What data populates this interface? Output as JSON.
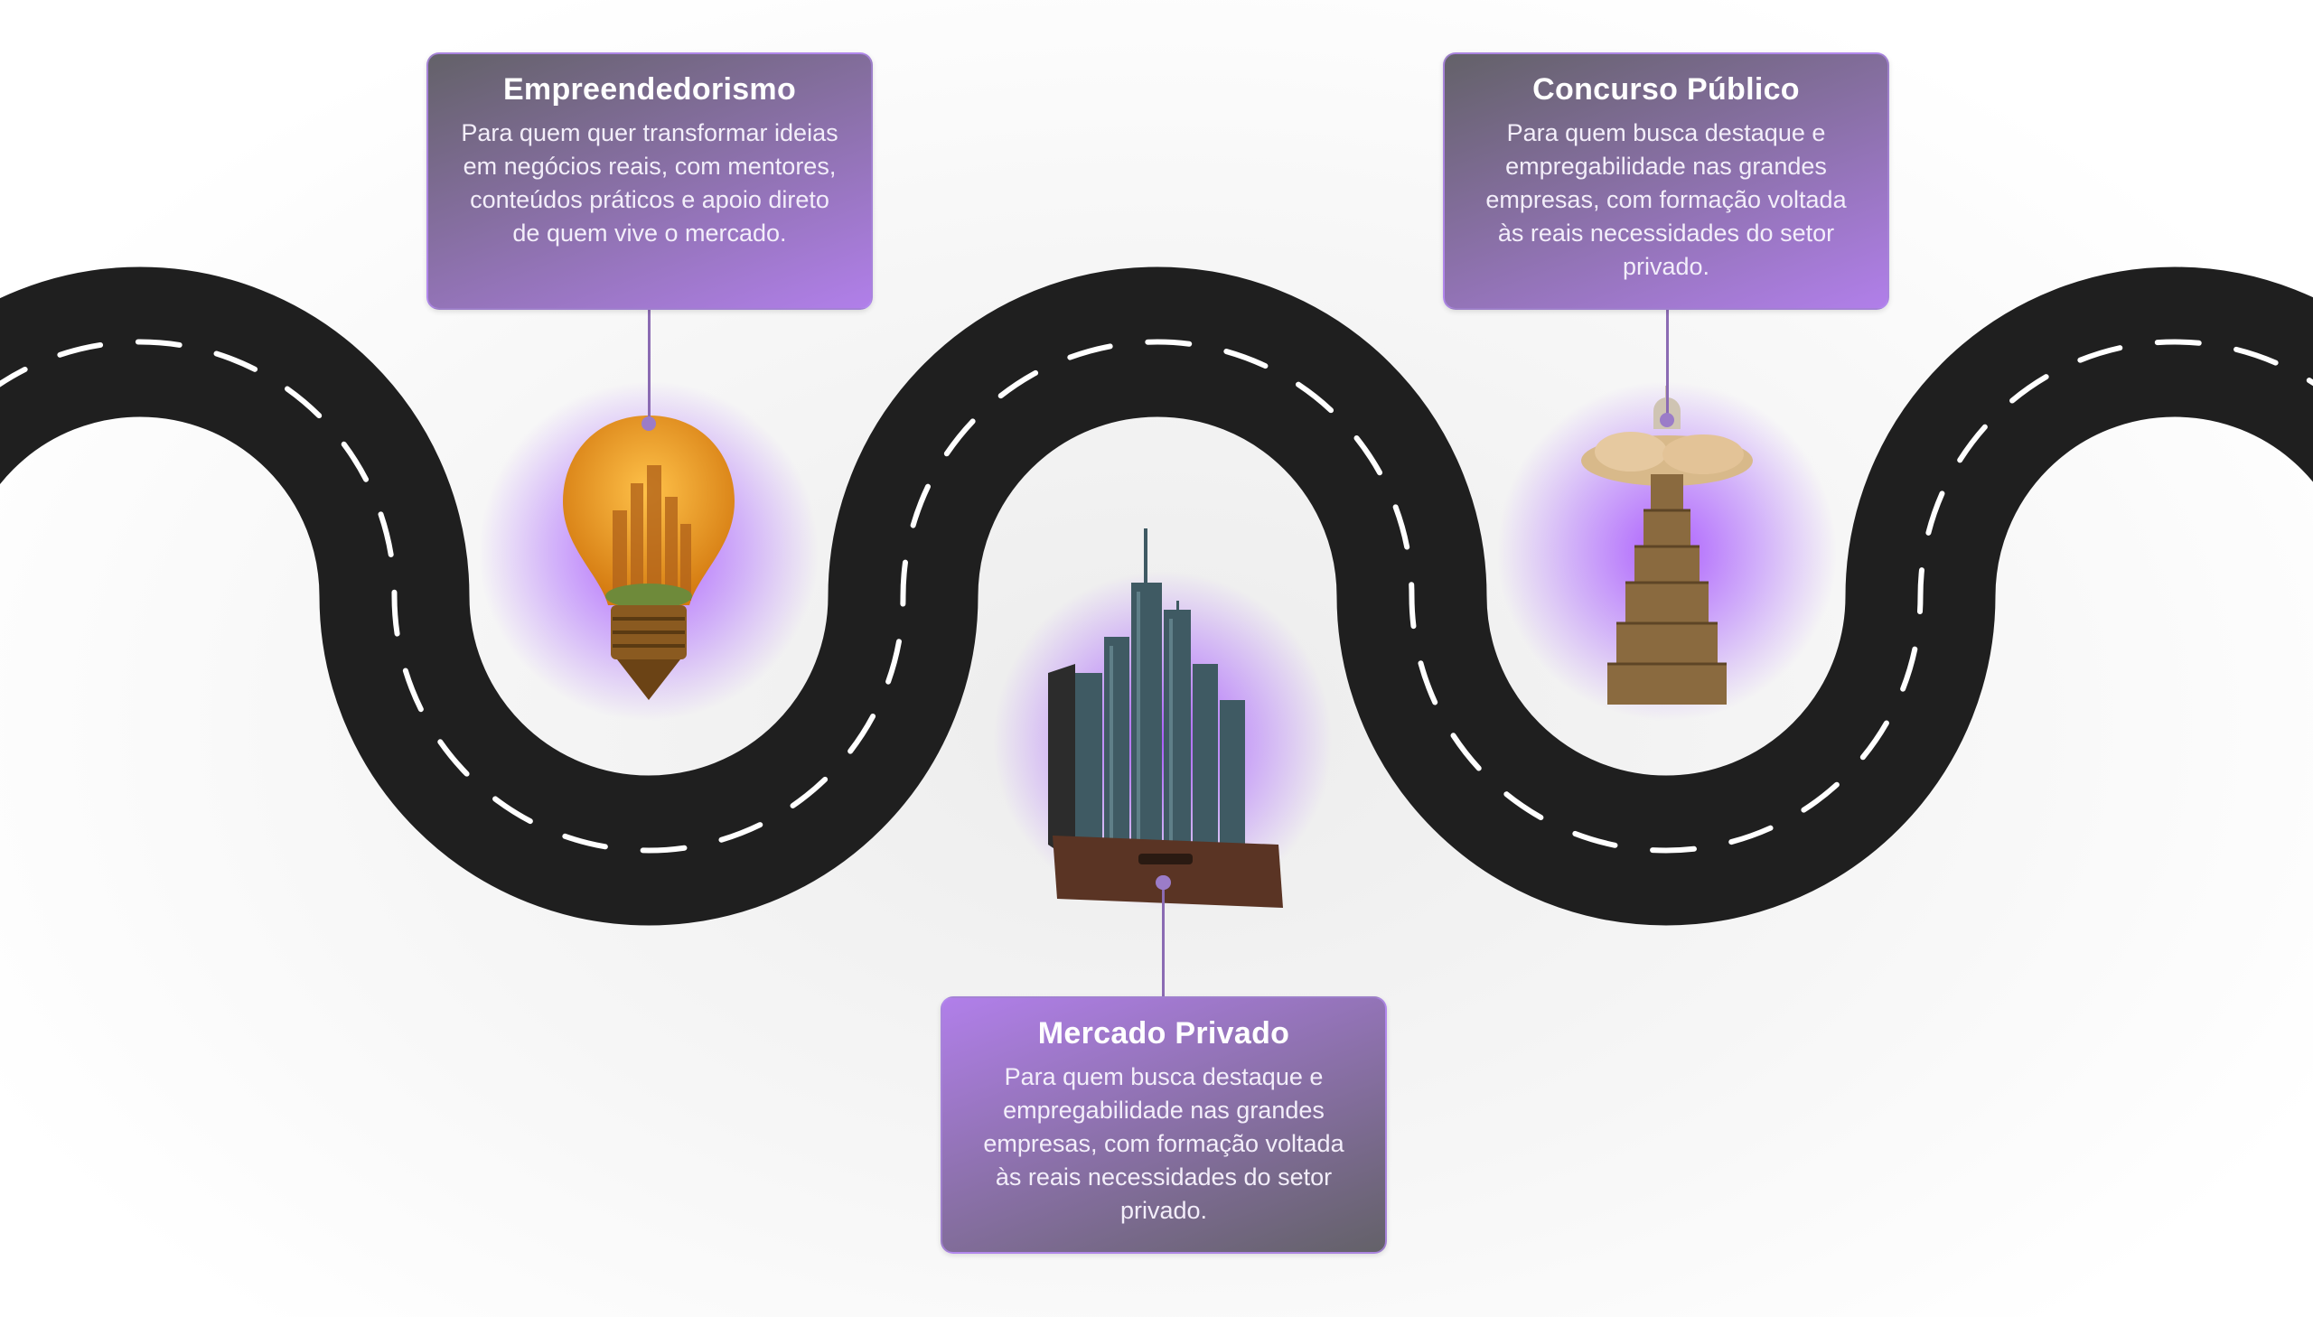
{
  "steps": [
    {
      "title": "Empreendedorismo",
      "description": "Para quem quer transformar ideias em negócios reais, com mentores, conteúdos práticos e apoio direto de quem vive o mercado.",
      "icon": "lightbulb-city-icon"
    },
    {
      "title": "Mercado Privado",
      "description": "Para quem busca destaque e empregabilidade nas grandes empresas, com formação voltada às reais necessidades do setor privado.",
      "icon": "briefcase-city-icon"
    },
    {
      "title": "Concurso Público",
      "description": "Para quem busca destaque e empregabilidade nas grandes empresas, com formação voltada às reais necessidades do setor privado.",
      "icon": "capitol-stairs-icon"
    }
  ],
  "colors": {
    "road": "#1f1f1f",
    "accent": "#b17fea",
    "card_dark": "#636168",
    "connector": "#8b6bb3"
  }
}
